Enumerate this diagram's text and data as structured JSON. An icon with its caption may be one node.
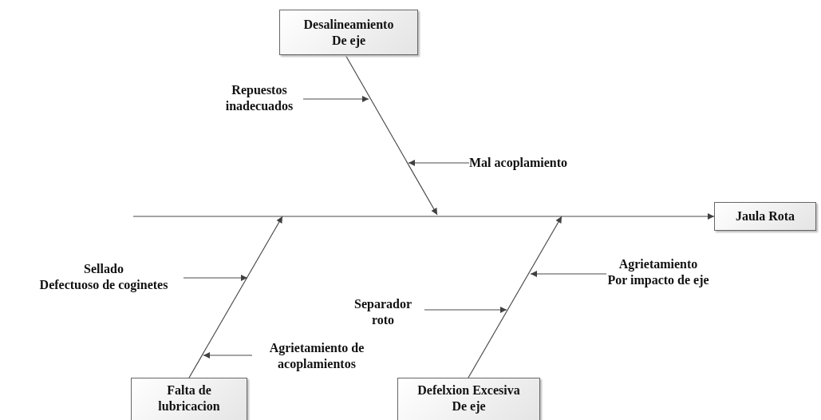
{
  "diagram": {
    "nodes": [
      {
        "text": [
          "Desalineamiento De eje"
        ]
      },
      {
        "text": [
          "Repuestos inadecuados"
        ]
      },
      {
        "text": [
          "Mal acoplamiento"
        ]
      },
      {
        "text": [
          "Jaula Rota"
        ]
      },
      {
        "text": [
          "Sellado Defectuoso de coginetes"
        ]
      },
      {
        "text": [
          "Agrietamiento de acoplamientos"
        ]
      },
      {
        "text": [
          "Falta de lubricacion"
        ]
      },
      {
        "text": [
          "Agrietamiento Por impacto de eje"
        ]
      },
      {
        "text": [
          "Separador roto"
        ]
      },
      {
        "text": [
          "Defelxion Excesiva De eje"
        ]
      }
    ],
    "edges": [
      {
        "from": null,
        "to": 3,
        "arrow": "to"
      },
      {
        "from": 0,
        "to": null,
        "arrow": "to"
      },
      {
        "from": 1,
        "to": null,
        "arrow": "to"
      },
      {
        "from": 2,
        "to": null,
        "arrow": "to"
      },
      {
        "from": 6,
        "to": null,
        "arrow": "to"
      },
      {
        "from": 4,
        "to": null,
        "arrow": "to"
      },
      {
        "from": 5,
        "to": null,
        "arrow": "to"
      },
      {
        "from": 9,
        "to": null,
        "arrow": "to"
      },
      {
        "from": 7,
        "to": null,
        "arrow": "to"
      },
      {
        "from": 8,
        "to": null,
        "arrow": "to"
      }
    ]
  }
}
